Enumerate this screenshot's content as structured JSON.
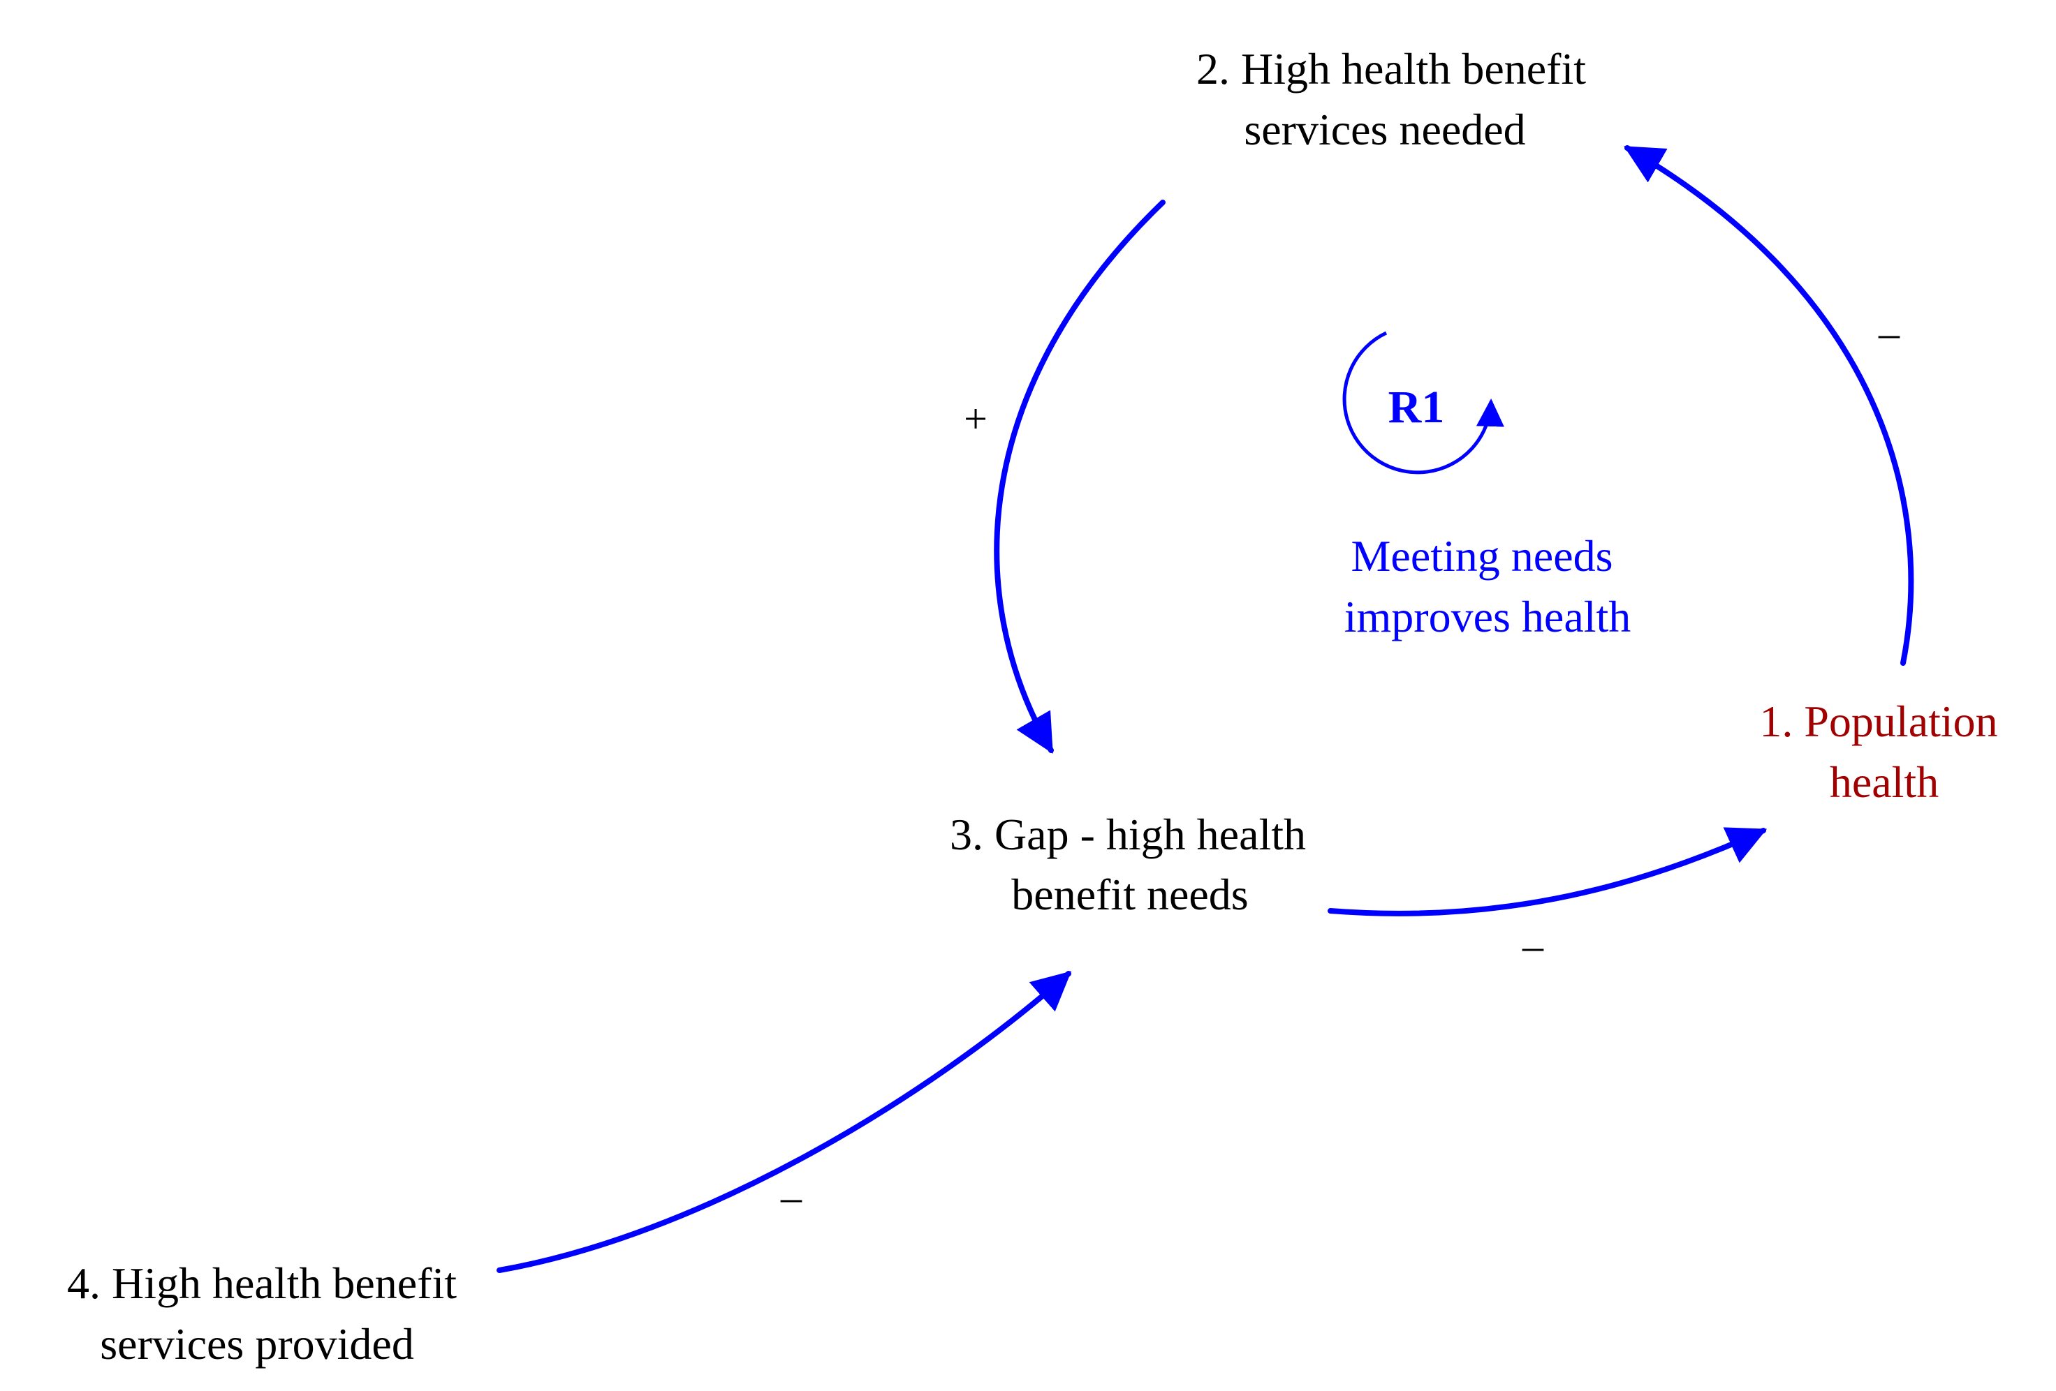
{
  "colors": {
    "link": "#0000ff",
    "node_default": "#000000",
    "node_highlight": "#a00000",
    "loop": "#0000ff"
  },
  "nodes": {
    "population_health": {
      "line1": "1. Population",
      "line2": "health"
    },
    "services_needed": {
      "line1": "2. High health benefit",
      "line2": "services needed"
    },
    "gap": {
      "line1": "3. Gap - high health",
      "line2": "benefit needs"
    },
    "services_provided": {
      "line1": "4. High health benefit",
      "line2": "services provided"
    }
  },
  "links": {
    "needed_to_gap": {
      "polarity": "+"
    },
    "health_to_needed": {
      "polarity": "–"
    },
    "gap_to_health": {
      "polarity": "–"
    },
    "provided_to_gap": {
      "polarity": "–"
    }
  },
  "loop": {
    "id": "R1",
    "label_line1": "Meeting needs",
    "label_line2": "improves health"
  }
}
